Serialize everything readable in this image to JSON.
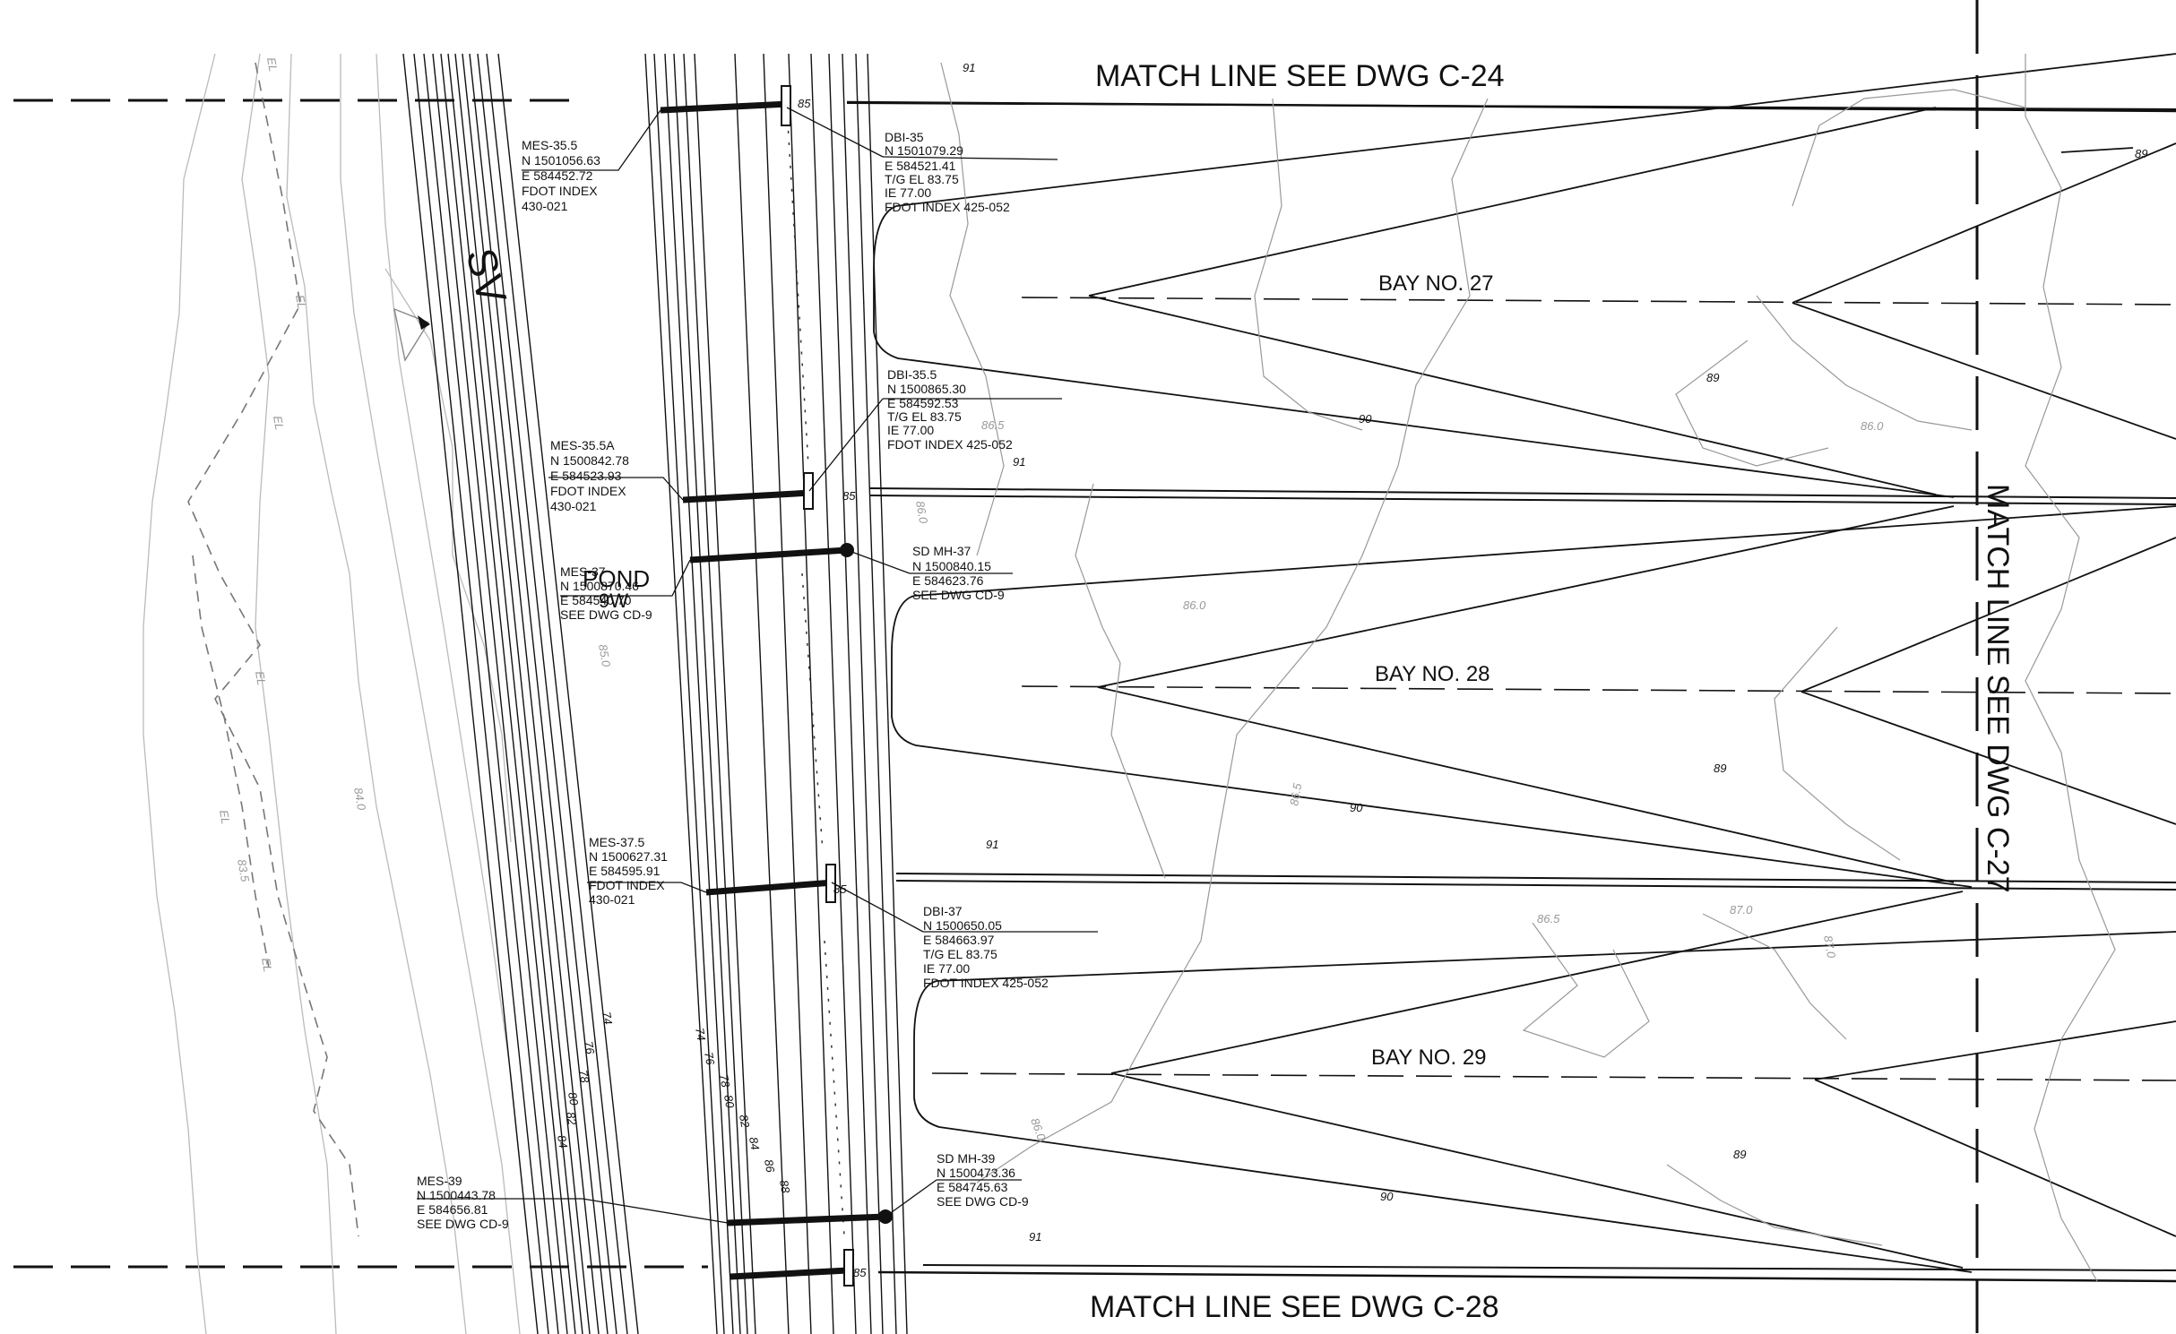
{
  "drawing": {
    "match_lines": {
      "top": "MATCH LINE SEE DWG C-24",
      "bottom": "MATCH LINE SEE DWG C-28",
      "right": "MATCH LINE SEE DWG C-27"
    },
    "bays": [
      "BAY NO. 27",
      "BAY NO. 28",
      "BAY NO. 29"
    ],
    "pond_label": "POND",
    "pond_sub": "9W",
    "sv_label": "SV",
    "callouts": {
      "mes_35_5": [
        "MES-35.5",
        "N 1501056.63",
        "E 584452.72",
        "FDOT INDEX",
        "430-021"
      ],
      "dbi_35": [
        "DBI-35",
        "N 1501079.29",
        "E 584521.41",
        "T/G EL 83.75",
        "IE 77.00",
        "FDOT INDEX 425-052"
      ],
      "dbi_35_5": [
        "DBI-35.5",
        "N 1500865.30",
        "E 584592.53",
        "T/G EL 83.75",
        "IE 77.00",
        "FDOT INDEX 425-052"
      ],
      "mes_35_5a": [
        "MES-35.5A",
        "N 1500842.78",
        "E 584523.93",
        "FDOT INDEX",
        "430-021"
      ],
      "mes_37": [
        "MES-37",
        "N 1500870.46",
        "E 584540.70",
        "SEE DWG CD-9"
      ],
      "sd_mh_37": [
        "SD MH-37",
        "N 1500840.15",
        "E 584623.76",
        "SEE DWG CD-9"
      ],
      "mes_37_5": [
        "MES-37.5",
        "N 1500627.31",
        "E 584595.91",
        "FDOT INDEX",
        "430-021"
      ],
      "dbi_37": [
        "DBI-37",
        "N 1500650.05",
        "E 584663.97",
        "T/G EL 83.75",
        "IE 77.00",
        "FDOT INDEX 425-052"
      ],
      "sd_mh_39": [
        "SD MH-39",
        "N 1500473.36",
        "E 584745.63",
        "SEE DWG CD-9"
      ],
      "mes_39": [
        "MES-39",
        "N 1500443.78",
        "E 584656.81",
        "SEE DWG CD-9"
      ]
    },
    "contours": {
      "c89": "89",
      "c90": "90",
      "c91": "91",
      "c74": "74",
      "c76": "76",
      "c78": "78",
      "c80": "80",
      "c82": "82",
      "c84": "84",
      "c85": "85",
      "c86": "86",
      "c88": "88",
      "e840": "84.0",
      "e835": "83.5",
      "e850": "85.0",
      "e860": "86.0",
      "e865": "86.5",
      "e870": "87.0",
      "el": "EL"
    }
  }
}
